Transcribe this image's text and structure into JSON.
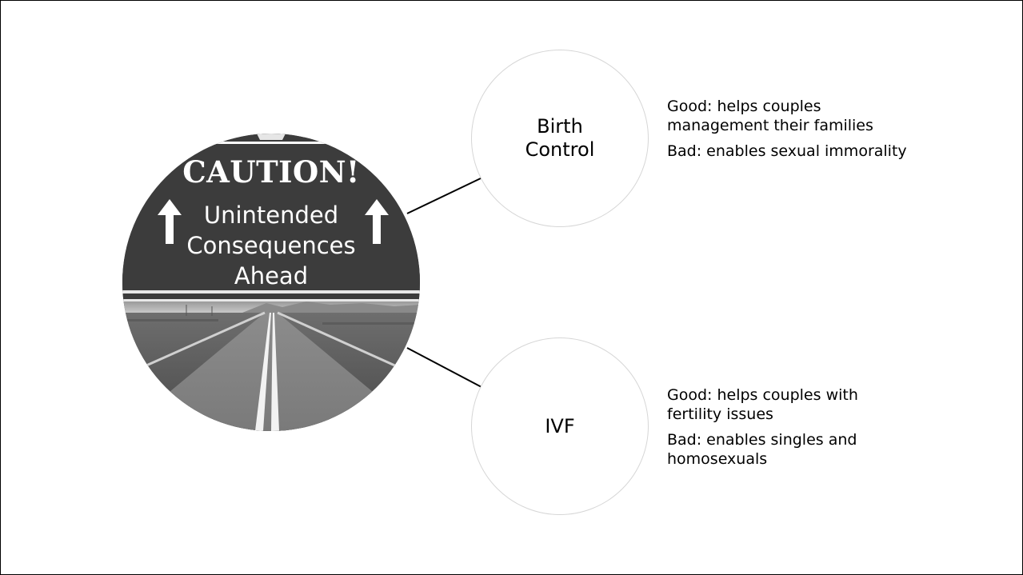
{
  "hub": {
    "sign_title": "CAUTION!",
    "sign_lines": [
      "Unintended",
      "Consequences",
      "Ahead"
    ],
    "icons": [
      "arrow-up-icon",
      "arrow-up-icon"
    ]
  },
  "nodes": [
    {
      "label": "Birth\nControl",
      "good": "Good: helps couples management their families",
      "bad": "Bad: enables sexual immorality"
    },
    {
      "label": "IVF",
      "good": "Good: helps couples with fertility issues",
      "bad": "Bad: enables singles and homosexuals"
    }
  ],
  "colors": {
    "sign_background": "#3c3c3c",
    "text": "#000000",
    "node_border": "#d6d6d6"
  }
}
